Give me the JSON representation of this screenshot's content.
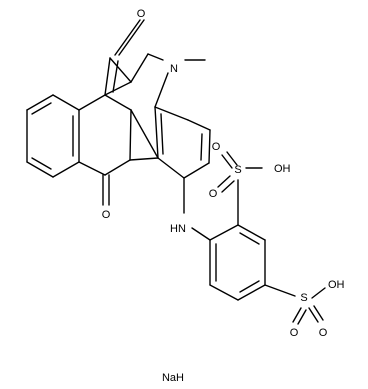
{
  "atoms": {
    "o_lactam": "O",
    "n_ring": "N",
    "o_ketone": "O",
    "nh": "HN",
    "s_top": "S",
    "o_top_a": "O",
    "o_top_b": "O",
    "oh_top": "OH",
    "s_bottom": "S",
    "o_bottom_a": "O",
    "o_bottom_b": "O",
    "oh_bottom": "OH"
  },
  "counterion": "NaH"
}
